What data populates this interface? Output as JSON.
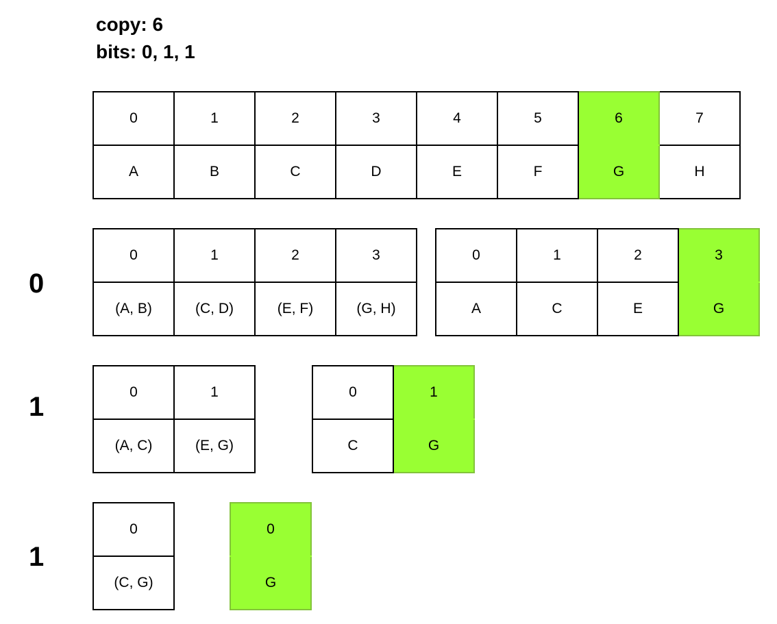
{
  "header": {
    "copy_line": "copy: 6",
    "bits_line": "bits: 0, 1, 1"
  },
  "highlight_color": "#99ff33",
  "level_labels": [
    "0",
    "1",
    "1"
  ],
  "arrays": [
    {
      "id": "root",
      "indices": [
        "0",
        "1",
        "2",
        "3",
        "4",
        "5",
        "6",
        "7"
      ],
      "values": [
        "A",
        "B",
        "C",
        "D",
        "E",
        "F",
        "G",
        "H"
      ],
      "highlight_index": 6
    },
    {
      "id": "level0-pairs",
      "indices": [
        "0",
        "1",
        "2",
        "3"
      ],
      "values": [
        "(A, B)",
        "(C, D)",
        "(E, F)",
        "(G, H)"
      ],
      "highlight_index": -1
    },
    {
      "id": "level0-selected",
      "indices": [
        "0",
        "1",
        "2",
        "3"
      ],
      "values": [
        "A",
        "C",
        "E",
        "G"
      ],
      "highlight_index": 3
    },
    {
      "id": "level1-pairs",
      "indices": [
        "0",
        "1"
      ],
      "values": [
        "(A, C)",
        "(E, G)"
      ],
      "highlight_index": -1
    },
    {
      "id": "level1-selected",
      "indices": [
        "0",
        "1"
      ],
      "values": [
        "C",
        "G"
      ],
      "highlight_index": 1
    },
    {
      "id": "level2-pairs",
      "indices": [
        "0"
      ],
      "values": [
        "(C, G)"
      ],
      "highlight_index": -1
    },
    {
      "id": "level2-selected",
      "indices": [
        "0"
      ],
      "values": [
        "G"
      ],
      "highlight_index": 0
    }
  ]
}
